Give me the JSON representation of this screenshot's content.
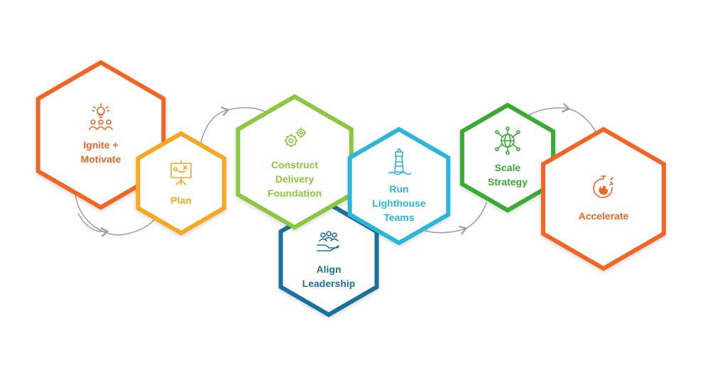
{
  "colors": {
    "orange": "#f26522",
    "amber": "#f7a823",
    "green_light": "#8dc63f",
    "cyan": "#29b6d9",
    "blue_dark": "#1f6f9c",
    "green_dark": "#3aaa35",
    "arrow": "#9d9d9d"
  },
  "nodes": [
    {
      "id": "ignite",
      "line1": "Ignite +",
      "line2": "Motivate",
      "line3": "",
      "icon": "people-lightbulb-icon",
      "color": "orange"
    },
    {
      "id": "plan",
      "line1": "Plan",
      "line2": "",
      "line3": "",
      "icon": "strategy-board-icon",
      "color": "amber"
    },
    {
      "id": "construct",
      "line1": "Construct",
      "line2": "Delivery",
      "line3": "Foundation",
      "icon": "gears-icon",
      "color": "green_light"
    },
    {
      "id": "lighthouse",
      "line1": "Run",
      "line2": "Lighthouse",
      "line3": "Teams",
      "icon": "lighthouse-icon",
      "color": "cyan"
    },
    {
      "id": "align",
      "line1": "Align",
      "line2": "Leadership",
      "line3": "",
      "icon": "hand-people-icon",
      "color": "blue_dark"
    },
    {
      "id": "scale",
      "line1": "Scale",
      "line2": "Strategy",
      "line3": "",
      "icon": "globe-network-icon",
      "color": "green_dark"
    },
    {
      "id": "accelerate",
      "line1": "Accelerate",
      "line2": "",
      "line3": "",
      "icon": "stopwatch-flame-icon",
      "color": "orange"
    }
  ]
}
